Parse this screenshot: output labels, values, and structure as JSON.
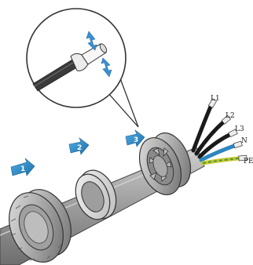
{
  "steps": [
    "1",
    "2",
    "3"
  ],
  "wires": [
    {
      "label": "L1",
      "color": "#1a1a1a"
    },
    {
      "label": "L2",
      "color": "#1a1a1a"
    },
    {
      "label": "L3",
      "color": "#1a1a1a"
    },
    {
      "label": "N",
      "color": "#2e86c1"
    },
    {
      "label": "PE",
      "color": "#c8c832",
      "stripe": "#4a9a3a"
    }
  ],
  "callout": {
    "shows": "crimping ferrule onto wire end",
    "arrow_color": "#3a8fd0"
  },
  "colors": {
    "step_arrow": "#2f8fc8",
    "gland_body": "#9a9a9a",
    "cable_sheath": "#a8a8a8",
    "outline": "#333333"
  }
}
